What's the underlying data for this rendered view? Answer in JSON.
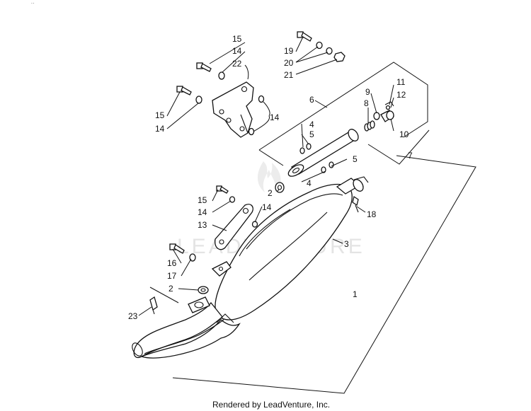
{
  "watermark": "LEADVENTURE",
  "footer": "Rendered by LeadVenture, Inc.",
  "callouts": {
    "c1": "1",
    "c2a": "2",
    "c2b": "2",
    "c3": "3",
    "c4a": "4",
    "c4b": "4",
    "c5a": "5",
    "c5b": "5",
    "c6": "6",
    "c7": "7",
    "c8": "8",
    "c9": "9",
    "c10": "10",
    "c11": "11",
    "c12": "12",
    "c13": "13",
    "c14a": "14",
    "c14b": "14",
    "c14c": "14",
    "c14d": "14",
    "c14e": "14",
    "c15a": "15",
    "c15b": "15",
    "c15c": "15",
    "c16": "16",
    "c17": "17",
    "c18": "18",
    "c19": "19",
    "c20": "20",
    "c21": "21",
    "c22": "22",
    "c23": "23"
  }
}
